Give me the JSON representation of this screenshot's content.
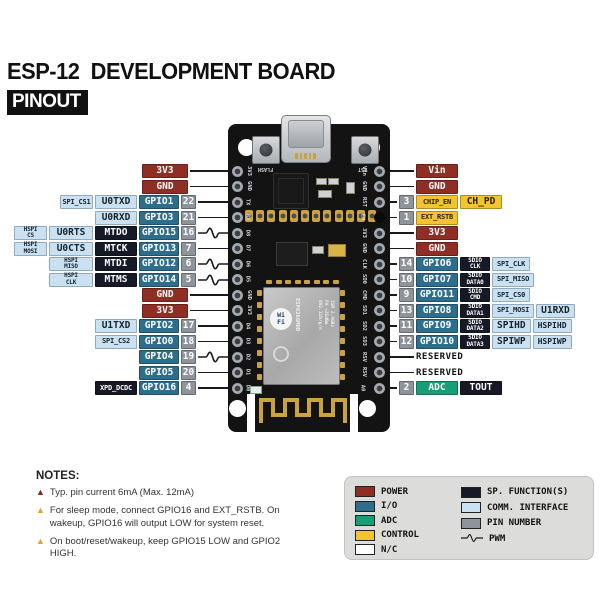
{
  "header": {
    "title": "ESP-12  DEVELOPMENT BOARD",
    "badge": "PINOUT"
  },
  "colors": {
    "power": "#8f2e24",
    "io": "#2e6e8d",
    "adc": "#189e77",
    "control": "#f2c52f",
    "nc": "#ffffff",
    "sp_function": "#151a26",
    "comm": "#c9e1f1",
    "pin_number": "#8d949c",
    "wire": "#1a1a1a",
    "pcb": "#131313",
    "gold": "#caa23f"
  },
  "left_pins": [
    {
      "pin": null,
      "pwm": false,
      "boxes": [
        {
          "type": "power",
          "label": "3V3",
          "w": "pwr"
        }
      ]
    },
    {
      "pin": null,
      "pwm": false,
      "boxes": [
        {
          "type": "power",
          "label": "GND",
          "w": "pwr"
        }
      ]
    },
    {
      "pin": "22",
      "pwm": false,
      "boxes": [
        {
          "type": "comm",
          "label": "SPI_CS1",
          "size": "s",
          "w": "col0"
        },
        {
          "type": "comm",
          "label": "U0TXD",
          "w": "colb"
        },
        {
          "type": "io",
          "label": "GPIO1",
          "w": "gpio"
        }
      ]
    },
    {
      "pin": "21",
      "pwm": false,
      "boxes": [
        {
          "type": "comm",
          "label": "U0RXD",
          "w": "colb"
        },
        {
          "type": "io",
          "label": "GPIO3",
          "w": "gpio"
        }
      ]
    },
    {
      "pin": "16",
      "pwm": true,
      "boxes": [
        {
          "type": "comm",
          "label": "HSPI\nCS",
          "size": "xs",
          "w": "col0"
        },
        {
          "type": "comm",
          "label": "U0RTS",
          "w": "cola"
        },
        {
          "type": "sp",
          "label": "MTDO",
          "w": "colb"
        },
        {
          "type": "io",
          "label": "GPIO15",
          "w": "gpio"
        }
      ]
    },
    {
      "pin": "7",
      "pwm": false,
      "boxes": [
        {
          "type": "comm",
          "label": "HSPI\nMOSI",
          "size": "xs",
          "w": "col0"
        },
        {
          "type": "comm",
          "label": "U0CTS",
          "w": "cola"
        },
        {
          "type": "sp",
          "label": "MTCK",
          "w": "colb"
        },
        {
          "type": "io",
          "label": "GPIO13",
          "w": "gpio"
        }
      ]
    },
    {
      "pin": "6",
      "pwm": true,
      "boxes": [
        {
          "type": "comm",
          "label": "HSPI\nMISO",
          "size": "xs",
          "w": "cola"
        },
        {
          "type": "sp",
          "label": "MTDI",
          "w": "colb"
        },
        {
          "type": "io",
          "label": "GPIO12",
          "w": "gpio"
        }
      ]
    },
    {
      "pin": "5",
      "pwm": true,
      "boxes": [
        {
          "type": "comm",
          "label": "HSPI\nCLK",
          "size": "xs",
          "w": "cola"
        },
        {
          "type": "sp",
          "label": "MTMS",
          "w": "colb"
        },
        {
          "type": "io",
          "label": "GPIO14",
          "w": "gpio"
        }
      ]
    },
    {
      "pin": null,
      "pwm": false,
      "boxes": [
        {
          "type": "power",
          "label": "GND",
          "w": "pwr"
        }
      ]
    },
    {
      "pin": null,
      "pwm": false,
      "boxes": [
        {
          "type": "power",
          "label": "3V3",
          "w": "pwr"
        }
      ]
    },
    {
      "pin": "17",
      "pwm": false,
      "boxes": [
        {
          "type": "comm",
          "label": "U1TXD",
          "w": "colb"
        },
        {
          "type": "io",
          "label": "GPIO2",
          "w": "gpio"
        }
      ]
    },
    {
      "pin": "18",
      "pwm": false,
      "boxes": [
        {
          "type": "comm",
          "label": "SPI_CS2",
          "size": "s",
          "w": "colb"
        },
        {
          "type": "io",
          "label": "GPIO0",
          "w": "gpio"
        }
      ]
    },
    {
      "pin": "19",
      "pwm": true,
      "boxes": [
        {
          "type": "io",
          "label": "GPIO4",
          "w": "gpio"
        }
      ]
    },
    {
      "pin": "20",
      "pwm": false,
      "boxes": [
        {
          "type": "io",
          "label": "GPIO5",
          "w": "gpio"
        }
      ]
    },
    {
      "pin": "4",
      "pwm": false,
      "boxes": [
        {
          "type": "sp",
          "label": "XPD_DCDC",
          "size": "s",
          "w": "colb"
        },
        {
          "type": "io",
          "label": "GPIO16",
          "w": "gpio"
        }
      ]
    }
  ],
  "right_pins": [
    {
      "pin": null,
      "boxes": [
        {
          "type": "power",
          "label": "Vin",
          "w": "main"
        }
      ]
    },
    {
      "pin": null,
      "boxes": [
        {
          "type": "power",
          "label": "GND",
          "w": "main"
        }
      ]
    },
    {
      "pin": "3",
      "boxes": [
        {
          "type": "control",
          "label": "CHIP_EN",
          "size": "s",
          "w": "main"
        },
        {
          "type": "control",
          "label": "CH_PD",
          "w": "main"
        }
      ]
    },
    {
      "pin": "1",
      "boxes": [
        {
          "type": "control",
          "label": "EXT_RSTB",
          "size": "s",
          "w": "main"
        }
      ]
    },
    {
      "pin": null,
      "boxes": [
        {
          "type": "power",
          "label": "3V3",
          "w": "main"
        }
      ]
    },
    {
      "pin": null,
      "boxes": [
        {
          "type": "power",
          "label": "GND",
          "w": "main"
        }
      ]
    },
    {
      "pin": "14",
      "boxes": [
        {
          "type": "io",
          "label": "GPIO6",
          "w": "main"
        },
        {
          "type": "sp",
          "label": "SDIO\nCLK",
          "size": "xs",
          "w": "sdio"
        },
        {
          "type": "comm",
          "label": "SPI_CLK",
          "size": "s"
        }
      ]
    },
    {
      "pin": "10",
      "boxes": [
        {
          "type": "io",
          "label": "GPIO7",
          "w": "main"
        },
        {
          "type": "sp",
          "label": "SDIO\nDATA0",
          "size": "xs",
          "w": "sdio"
        },
        {
          "type": "comm",
          "label": "SPI_MISO",
          "size": "s"
        }
      ]
    },
    {
      "pin": "9",
      "boxes": [
        {
          "type": "io",
          "label": "GPIO11",
          "w": "main"
        },
        {
          "type": "sp",
          "label": "SDIO\nCMD",
          "size": "xs",
          "w": "sdio"
        },
        {
          "type": "comm",
          "label": "SPI_CS0",
          "size": "s"
        }
      ]
    },
    {
      "pin": "13",
      "boxes": [
        {
          "type": "io",
          "label": "GPIO8",
          "w": "main"
        },
        {
          "type": "sp",
          "label": "SDIO\nDATA1",
          "size": "xs",
          "w": "sdio"
        },
        {
          "type": "comm",
          "label": "SPI_MOSI",
          "size": "s"
        },
        {
          "type": "comm",
          "label": "U1RXD"
        }
      ]
    },
    {
      "pin": "11",
      "boxes": [
        {
          "type": "io",
          "label": "GPIO9",
          "w": "main"
        },
        {
          "type": "sp",
          "label": "SDIO\nDATA2",
          "size": "xs",
          "w": "sdio"
        },
        {
          "type": "comm",
          "label": "SPIHD"
        },
        {
          "type": "comm",
          "label": "HSPIHD",
          "size": "m"
        }
      ]
    },
    {
      "pin": "12",
      "boxes": [
        {
          "type": "io",
          "label": "GPIO10",
          "w": "main"
        },
        {
          "type": "sp",
          "label": "SDIO\nDATA3",
          "size": "xs",
          "w": "sdio"
        },
        {
          "type": "comm",
          "label": "SPIWP"
        },
        {
          "type": "comm",
          "label": "HSPIWP",
          "size": "m"
        }
      ]
    },
    {
      "pin": null,
      "reserved": "RESERVED"
    },
    {
      "pin": null,
      "reserved": "RESERVED"
    },
    {
      "pin": "2",
      "boxes": [
        {
          "type": "adc",
          "label": "ADC",
          "w": "main"
        },
        {
          "type": "sp",
          "label": "TOUT",
          "w": "main"
        }
      ]
    }
  ],
  "legend": {
    "col1": [
      {
        "label": "POWER",
        "type": "power"
      },
      {
        "label": "I/O",
        "type": "io"
      },
      {
        "label": "ADC",
        "type": "adc"
      },
      {
        "label": "CONTROL",
        "type": "control"
      },
      {
        "label": "N/C",
        "type": "nc"
      }
    ],
    "col2": [
      {
        "label": "SP. FUNCTION(S)",
        "type": "sp"
      },
      {
        "label": "COMM. INTERFACE",
        "type": "comm"
      },
      {
        "label": "PIN NUMBER",
        "type": "pin"
      },
      {
        "label": "PWM",
        "type": "pwm"
      }
    ]
  },
  "notes": {
    "heading": "NOTES:",
    "items": [
      {
        "icon": "warning-triangle",
        "color": "#8b1f24",
        "text": "Typ. pin current 6mA (Max. 12mA)"
      },
      {
        "icon": "warning-triangle",
        "color": "#dfa32f",
        "text": "For sleep mode, connect GPIO16 and EXT_RSTB. On wakeup, GPIO16 will output LOW for system reset."
      },
      {
        "icon": "warning-triangle",
        "color": "#dfa32f",
        "text": "On boot/reset/wakeup, keep GPIO15 LOW and GPIO2 HIGH."
      }
    ]
  },
  "board": {
    "buttons": {
      "flash": "FLASH",
      "rst": "RST"
    },
    "shield": {
      "logo_top": "Wi",
      "logo_bottom": "Fi",
      "model": "ESP8266MOD",
      "spec_lines": [
        "ISM 2.4GHz",
        "PA +25dBm",
        "802.11b/g/n"
      ]
    },
    "silkscreen_left": [
      "3V3",
      "GND",
      "TX",
      "RX",
      "D8",
      "D7",
      "D6",
      "D5",
      "GND",
      "3V3",
      "D4",
      "D3",
      "D2",
      "D1",
      "D0"
    ],
    "silkscreen_right": [
      "Vin",
      "GND",
      "RST",
      "EN",
      "3V3",
      "GND",
      "CLK",
      "SD0",
      "CMD",
      "SD1",
      "SD2",
      "SD3",
      "RSV",
      "RSV",
      "A0"
    ],
    "reset_pin_marker_row": 3
  }
}
